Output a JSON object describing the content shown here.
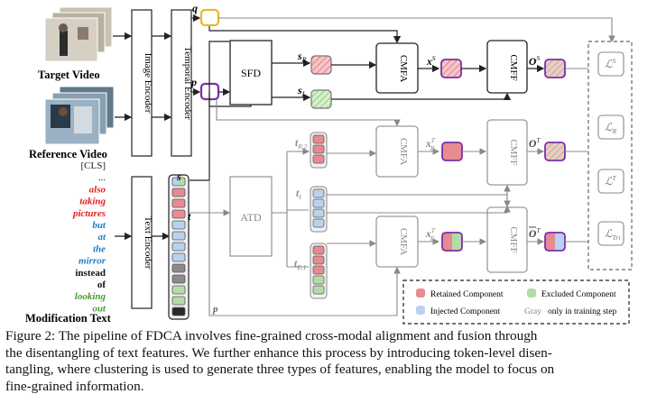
{
  "figure": {
    "target_video_label": "Target Video",
    "reference_video_label": "Reference Video",
    "modification_text_label": "Modification Text",
    "text_tokens": [
      {
        "text": "[CLS]",
        "color": "#222222",
        "style": "normal"
      },
      {
        "text": "...",
        "color": "#222222",
        "style": "normal"
      },
      {
        "text": "also",
        "color": "#e0201b",
        "style": "italic"
      },
      {
        "text": "taking",
        "color": "#e0201b",
        "style": "italic"
      },
      {
        "text": "pictures",
        "color": "#e0201b",
        "style": "italic"
      },
      {
        "text": "but",
        "color": "#1f7fc9",
        "style": "italic"
      },
      {
        "text": "at",
        "color": "#1f7fc9",
        "style": "italic"
      },
      {
        "text": "the",
        "color": "#1f7fc9",
        "style": "italic"
      },
      {
        "text": "mirror",
        "color": "#1f7fc9",
        "style": "italic"
      },
      {
        "text": "instead",
        "color": "#111111",
        "style": "bold"
      },
      {
        "text": "of",
        "color": "#111111",
        "style": "bold"
      },
      {
        "text": "looking",
        "color": "#4a9a32",
        "style": "italic"
      },
      {
        "text": "out",
        "color": "#4a9a32",
        "style": "italic"
      }
    ],
    "modules": {
      "image_encoder": "Image Encoder",
      "temporal_encoder": "Temporal Encoder",
      "text_encoder": "Text Encoder",
      "sfd": "SFD",
      "atd": "ATD",
      "cmfa": "CMFA",
      "cmff": "CMFF"
    },
    "symbols": {
      "q": "q",
      "p": "p",
      "s": "s",
      "t": "t",
      "s_r": "s",
      "s_r_sub": "R",
      "s_i": "s",
      "s_i_sub": "I",
      "x_s": "x",
      "x_s_sup": "S",
      "o_s": "O",
      "o_s_sup": "S",
      "t_r2": "t",
      "t_r2_sub": "R,2",
      "t_i": "t",
      "t_i_sub": "I",
      "t_e1": "t",
      "t_e1_sub": "E,1",
      "x_rt": "x",
      "x_rt_sup": "T",
      "x_rt_sub": "R",
      "x_et": "x",
      "x_et_sup": "T",
      "x_et_sub": "E",
      "o_t": "O",
      "o_t_sup": "T",
      "o_tbar": "O",
      "o_tbar_sup": "T"
    },
    "losses": [
      {
        "base": "ℒ",
        "sup": "S",
        "sub": ""
      },
      {
        "base": "ℒ",
        "sup": "",
        "sub": "R"
      },
      {
        "base": "ℒ",
        "sup": "T",
        "sub": ""
      },
      {
        "base": "ℒ",
        "sup": "",
        "sub": "Tri"
      }
    ],
    "legend": {
      "retained": "Retained Component",
      "excluded": "Excluded Component",
      "injected": "Injected Component",
      "gray_word": "Gray",
      "gray_note": "only in training step"
    },
    "colors": {
      "retained": "#e88a92",
      "injected": "#b9d3ee",
      "excluded": "#b5dca6",
      "gray_token": "#8a8a8a",
      "purple": "#7b2fa8",
      "gold": "#e7b92a",
      "gray_line": "#888888"
    }
  },
  "caption": {
    "lines": [
      "Figure 2: The pipeline of FDCA involves fine-grained cross-modal alignment and fusion through",
      "the disentangling of text features. We further enhance this process by introducing token-level disen-",
      "tangling, where clustering is used to generate three types of features, enabling the model to focus on",
      "fine-grained information."
    ]
  }
}
